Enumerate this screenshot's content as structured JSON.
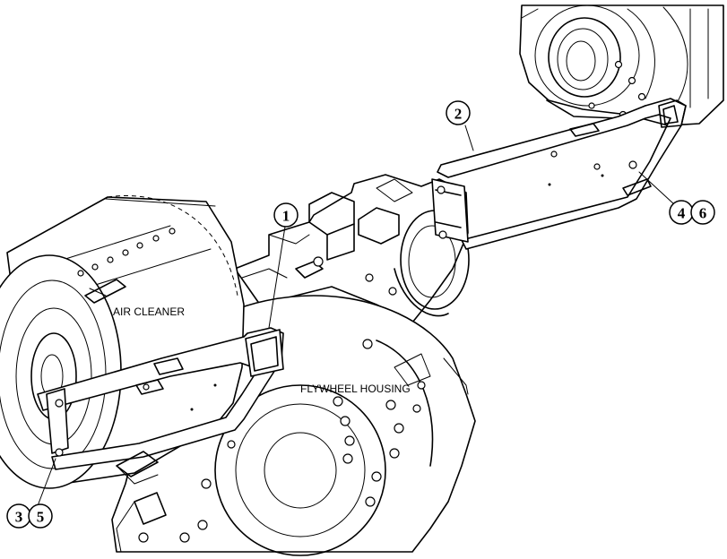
{
  "labels": {
    "air_cleaner": "AIR CLEANER",
    "flywheel_housing": "FLYWHEEL HOUSING"
  },
  "callouts": [
    {
      "id": "c1",
      "text": "1"
    },
    {
      "id": "c2",
      "text": "2"
    },
    {
      "id": "c3",
      "text": "3"
    },
    {
      "id": "c4",
      "text": "4"
    },
    {
      "id": "c5",
      "text": "5"
    },
    {
      "id": "c6",
      "text": "6"
    }
  ]
}
